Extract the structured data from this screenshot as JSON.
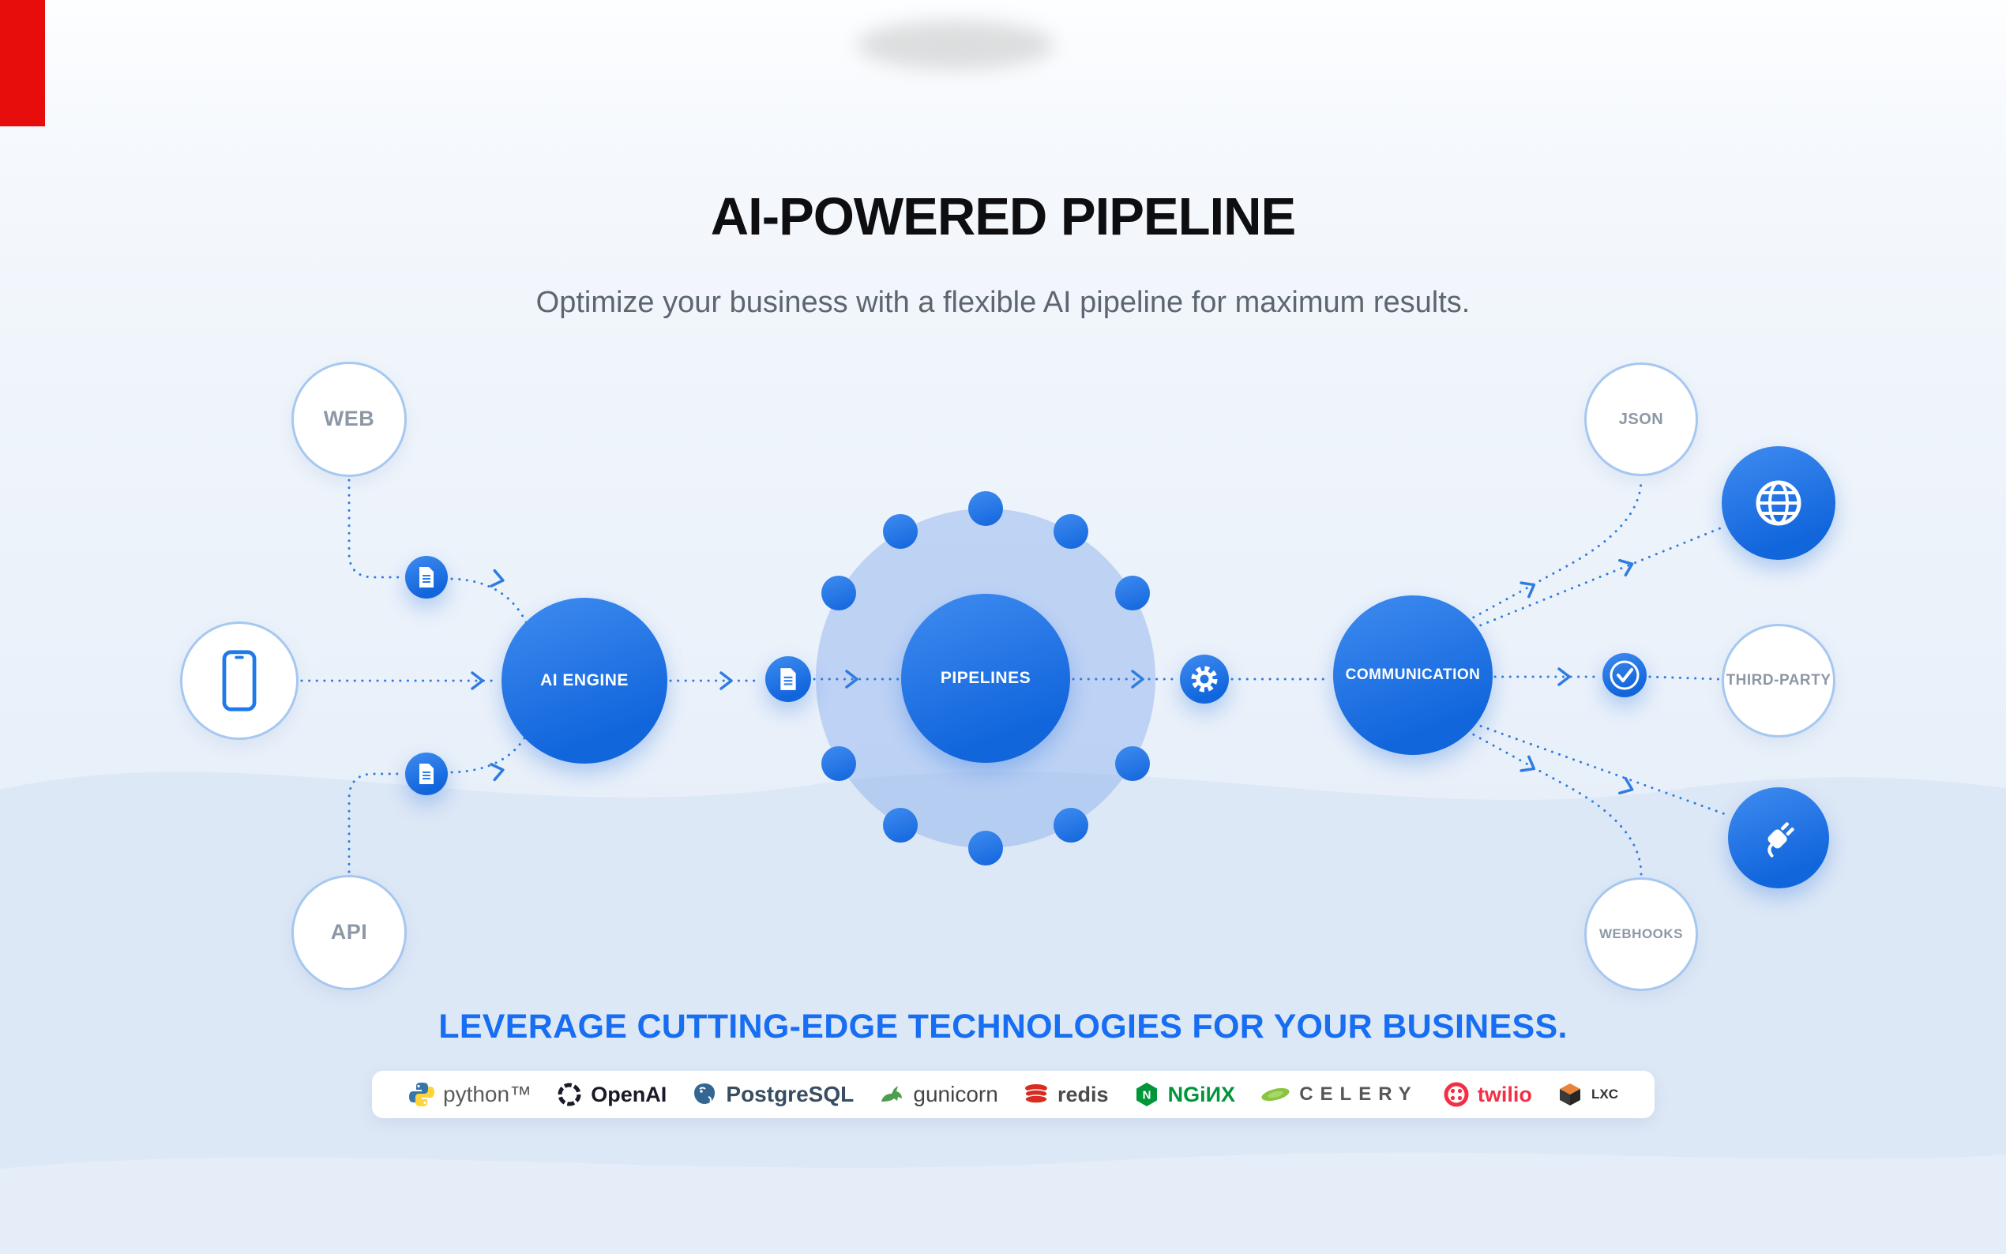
{
  "page": {
    "title": "AI-POWERED PIPELINE",
    "subtitle": "Optimize your business with a flexible AI pipeline for maximum results."
  },
  "colors": {
    "line_blue": "#2f7ce0",
    "circle_grad_start": "#3f8bf0",
    "circle_grad_end": "#1266dc",
    "headline_blue": "#176ef2",
    "corner_red": "#e80d0d"
  },
  "nodes": {
    "web": {
      "label": "WEB"
    },
    "mobile": {
      "icon": "smartphone-icon"
    },
    "api": {
      "label": "API"
    },
    "document_in_web": {
      "icon": "document-icon"
    },
    "document_in_api": {
      "icon": "document-icon"
    },
    "ai_engine": {
      "label": "AI ENGINE"
    },
    "document_mid": {
      "icon": "document-icon"
    },
    "pipelines": {
      "label": "PIPELINES"
    },
    "process": {
      "icon": "gear-icon"
    },
    "communication": {
      "label": "COMMUNICATION"
    },
    "validation": {
      "icon": "check-icon"
    },
    "json": {
      "label": "JSON"
    },
    "web_global": {
      "icon": "globe-icon"
    },
    "third_party": {
      "label": "THIRD-PARTY"
    },
    "integrations": {
      "icon": "plug-icon"
    },
    "webhooks": {
      "label": "WEBHOOKS"
    }
  },
  "footer": {
    "headline": "LEVERAGE CUTTING-EDGE TECHNOLOGIES FOR YOUR BUSINESS.",
    "technologies": [
      {
        "name": "python™",
        "color": "#5a5a5a"
      },
      {
        "name": "OpenAI",
        "color": "#191927"
      },
      {
        "name": "PostgreSQL",
        "color": "#384d61"
      },
      {
        "name": "gunicorn",
        "color": "#454545"
      },
      {
        "name": "redis",
        "color": "#4c4c4c"
      },
      {
        "name": "NGiИX",
        "color": "#009639"
      },
      {
        "name": "CELERY",
        "color": "#575757"
      },
      {
        "name": "twilio",
        "color": "#f22f46"
      },
      {
        "name": "LXC",
        "color": "#33312e"
      }
    ]
  }
}
